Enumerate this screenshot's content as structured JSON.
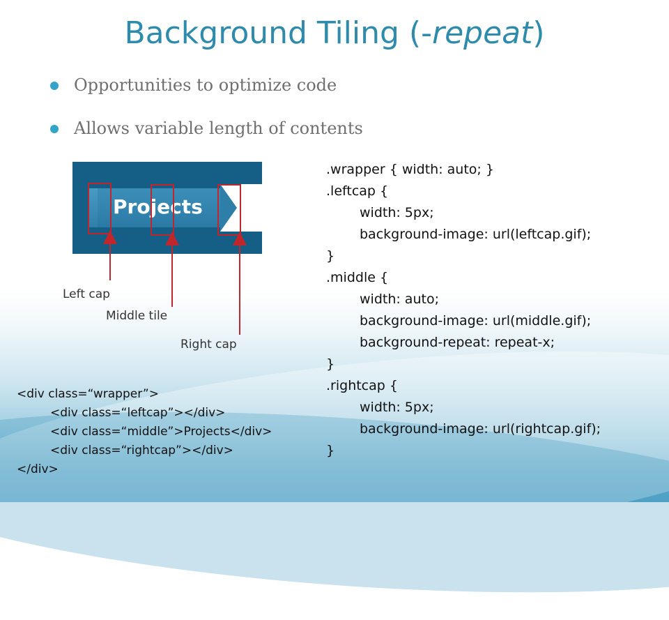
{
  "title": {
    "text_main": "Background Tiling (-",
    "text_italic": "repeat",
    "text_end": ")"
  },
  "bullets": [
    "Opportunities to optimize code",
    "Allows variable length of contents"
  ],
  "illustration": {
    "tab_text": "Projects",
    "labels": {
      "left": "Left cap",
      "middle": "Middle tile",
      "right": "Right cap"
    }
  },
  "css_code": [
    {
      "text": ".wrapper { width: auto; }",
      "indent": false
    },
    {
      "text": ".leftcap {",
      "indent": false
    },
    {
      "text": "width: 5px;",
      "indent": true
    },
    {
      "text": "background-image: url(leftcap.gif);",
      "indent": true
    },
    {
      "text": "}",
      "indent": false
    },
    {
      "text": ".middle {",
      "indent": false
    },
    {
      "text": "width: auto;",
      "indent": true
    },
    {
      "text": "background-image: url(middle.gif);",
      "indent": true
    },
    {
      "text": "background-repeat: repeat-x;",
      "indent": true
    },
    {
      "text": "}",
      "indent": false
    },
    {
      "text": ".rightcap {",
      "indent": false
    },
    {
      "text": "width: 5px;",
      "indent": true
    },
    {
      "text": "background-image: url(rightcap.gif);",
      "indent": true
    },
    {
      "text": "}",
      "indent": false
    }
  ],
  "html_code": [
    {
      "text": "<div class=“wrapper”>",
      "indent": false
    },
    {
      "text": "<div class=“leftcap”></div>",
      "indent": true
    },
    {
      "text": "<div class=“middle”>Projects</div>",
      "indent": true
    },
    {
      "text": "<div class=“rightcap”></div>",
      "indent": true
    },
    {
      "text": "</div>",
      "indent": false
    }
  ],
  "colors": {
    "title": "#2f8bab",
    "bullet_dot": "#33a3c8",
    "annotation_red": "#c0272d"
  }
}
